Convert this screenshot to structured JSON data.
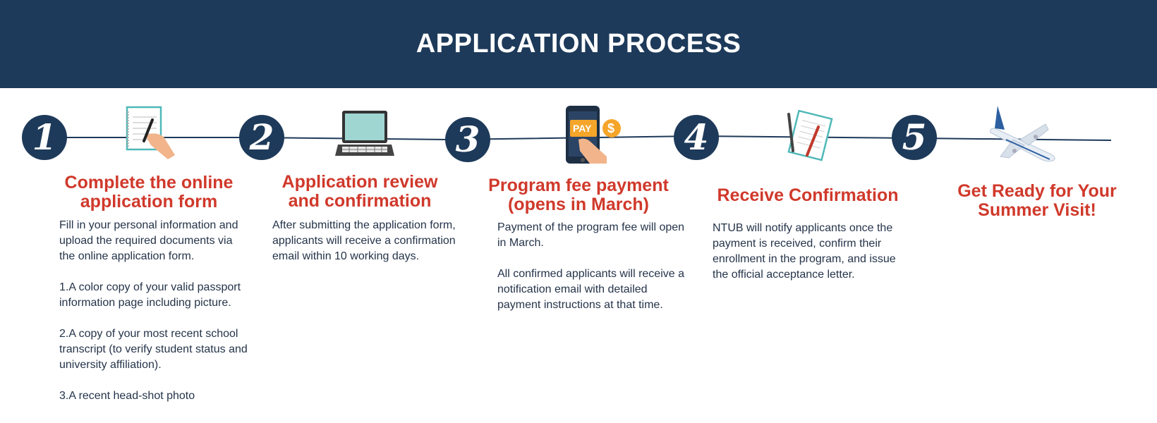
{
  "header": {
    "title": "APPLICATION PROCESS"
  },
  "colors": {
    "navy": "#1e3a5a",
    "accent_red": "#d0392b",
    "body_text": "#25344a"
  },
  "steps": [
    {
      "number": "1",
      "icon": "notepad-writing-icon",
      "title_line1": "Complete the online",
      "title_line2": "application form",
      "paragraphs": [
        "Fill in your personal information and upload the required documents via the online application form.",
        "1.A color copy of your valid passport information page including picture.",
        "2.A copy of your most recent school transcript (to verify student status and university affiliation).",
        "3.A recent head-shot photo"
      ]
    },
    {
      "number": "2",
      "icon": "laptop-icon",
      "title_line1": "Application review",
      "title_line2": "and confirmation",
      "paragraphs": [
        "After submitting the application form, applicants will receive a confirmation email within 10 working days."
      ]
    },
    {
      "number": "3",
      "icon": "mobile-pay-icon",
      "icon_label": "PAY",
      "icon_coin": "$",
      "title_line1": "Program fee payment",
      "title_line2": "(opens in March)",
      "paragraphs": [
        "Payment of the program fee will open in March.",
        "All confirmed applicants will receive a notification email with detailed payment instructions at that time."
      ]
    },
    {
      "number": "4",
      "icon": "notebook-pen-icon",
      "title_line1": "Receive Confirmation",
      "title_line2": "",
      "paragraphs": [
        "NTUB will notify applicants once the payment is received, confirm their enrollment in the program, and issue the official acceptance letter."
      ]
    },
    {
      "number": "5",
      "icon": "airplane-icon",
      "title_line1": "Get Ready for Your",
      "title_line2": "Summer Visit!",
      "paragraphs": []
    }
  ]
}
